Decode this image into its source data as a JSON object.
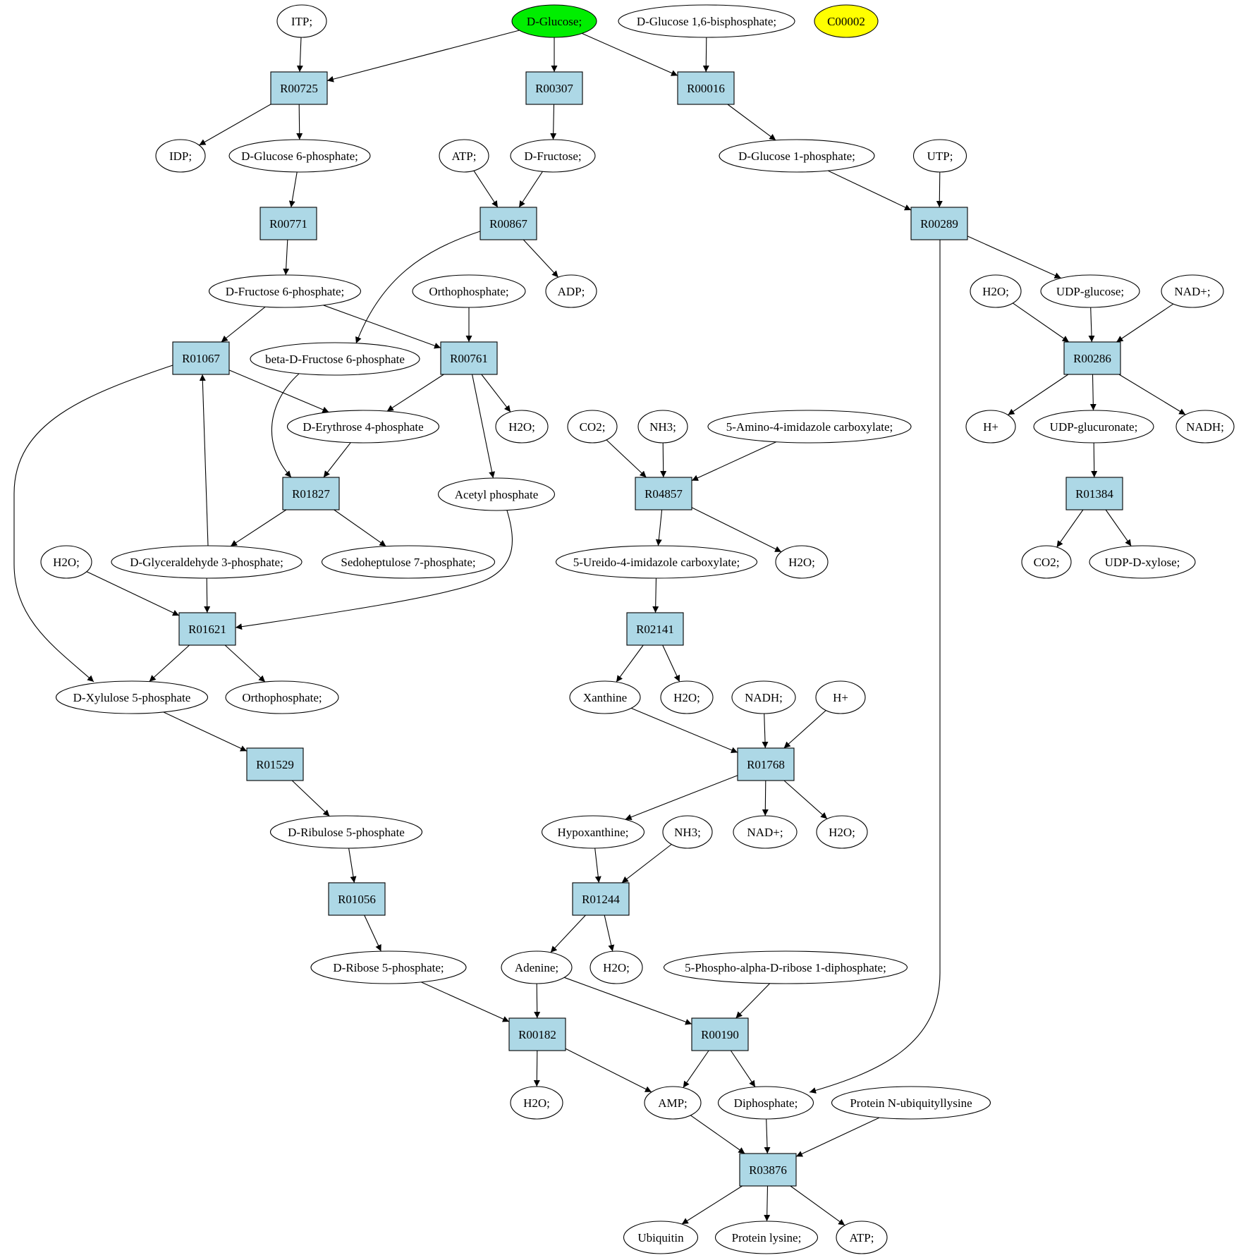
{
  "colors": {
    "reaction_fill": "#add8e6",
    "compound_fill": "#ffffff",
    "highlight_start": "#00ee00",
    "highlight_other": "#ffff00",
    "stroke": "#000000"
  },
  "reactions": [
    {
      "id": "R00725",
      "label": "R00725"
    },
    {
      "id": "R00307",
      "label": "R00307"
    },
    {
      "id": "R00016",
      "label": "R00016"
    },
    {
      "id": "R00771",
      "label": "R00771"
    },
    {
      "id": "R00867",
      "label": "R00867"
    },
    {
      "id": "R00289",
      "label": "R00289"
    },
    {
      "id": "R01067",
      "label": "R01067"
    },
    {
      "id": "R00761",
      "label": "R00761"
    },
    {
      "id": "R00286",
      "label": "R00286"
    },
    {
      "id": "R01827",
      "label": "R01827"
    },
    {
      "id": "R04857",
      "label": "R04857"
    },
    {
      "id": "R01384",
      "label": "R01384"
    },
    {
      "id": "R01621",
      "label": "R01621"
    },
    {
      "id": "R02141",
      "label": "R02141"
    },
    {
      "id": "R01529",
      "label": "R01529"
    },
    {
      "id": "R01768",
      "label": "R01768"
    },
    {
      "id": "R01056",
      "label": "R01056"
    },
    {
      "id": "R01244",
      "label": "R01244"
    },
    {
      "id": "R00182",
      "label": "R00182"
    },
    {
      "id": "R00190",
      "label": "R00190"
    },
    {
      "id": "R03876",
      "label": "R03876"
    }
  ],
  "compounds": [
    {
      "id": "itp",
      "label": "ITP;"
    },
    {
      "id": "dglucose",
      "label": "D-Glucose;",
      "highlight": "start"
    },
    {
      "id": "g16bp",
      "label": "D-Glucose 1,6-bisphosphate;"
    },
    {
      "id": "c00002",
      "label": "C00002",
      "highlight": "other"
    },
    {
      "id": "idp",
      "label": "IDP;"
    },
    {
      "id": "g6p",
      "label": "D-Glucose 6-phosphate;"
    },
    {
      "id": "atp1",
      "label": "ATP;"
    },
    {
      "id": "dfructose",
      "label": "D-Fructose;"
    },
    {
      "id": "g1p",
      "label": "D-Glucose 1-phosphate;"
    },
    {
      "id": "utp",
      "label": "UTP;"
    },
    {
      "id": "f6p",
      "label": "D-Fructose 6-phosphate;"
    },
    {
      "id": "orthophosphate1",
      "label": "Orthophosphate;"
    },
    {
      "id": "adp",
      "label": "ADP;"
    },
    {
      "id": "h2o_a",
      "label": "H2O;"
    },
    {
      "id": "udpglucose",
      "label": "UDP-glucose;"
    },
    {
      "id": "nadplus_a",
      "label": "NAD+;"
    },
    {
      "id": "bdf6p",
      "label": "beta-D-Fructose 6-phosphate"
    },
    {
      "id": "e4p",
      "label": "D-Erythrose 4-phosphate"
    },
    {
      "id": "h2o_b",
      "label": "H2O;"
    },
    {
      "id": "co2_a",
      "label": "CO2;"
    },
    {
      "id": "nh3_a",
      "label": "NH3;"
    },
    {
      "id": "aica",
      "label": "5-Amino-4-imidazole carboxylate;"
    },
    {
      "id": "hplus_a",
      "label": "H+"
    },
    {
      "id": "udpglucuronate",
      "label": "UDP-glucuronate;"
    },
    {
      "id": "nadh_a",
      "label": "NADH;"
    },
    {
      "id": "acetylp",
      "label": "Acetyl phosphate"
    },
    {
      "id": "h2o_c",
      "label": "H2O;"
    },
    {
      "id": "g3p",
      "label": "D-Glyceraldehyde 3-phosphate;"
    },
    {
      "id": "s7p",
      "label": "Sedoheptulose 7-phosphate;"
    },
    {
      "id": "uica",
      "label": "5-Ureido-4-imidazole carboxylate;"
    },
    {
      "id": "h2o_d",
      "label": "H2O;"
    },
    {
      "id": "co2_b",
      "label": "CO2;"
    },
    {
      "id": "udpxylose",
      "label": "UDP-D-xylose;"
    },
    {
      "id": "x5p",
      "label": "D-Xylulose 5-phosphate"
    },
    {
      "id": "orthophosphate2",
      "label": "Orthophosphate;"
    },
    {
      "id": "xanthine",
      "label": "Xanthine"
    },
    {
      "id": "h2o_e",
      "label": "H2O;"
    },
    {
      "id": "nadh_b",
      "label": "NADH;"
    },
    {
      "id": "hplus_b",
      "label": "H+"
    },
    {
      "id": "ru5p",
      "label": "D-Ribulose 5-phosphate"
    },
    {
      "id": "hypoxanthine",
      "label": "Hypoxanthine;"
    },
    {
      "id": "nh3_b",
      "label": "NH3;"
    },
    {
      "id": "nadplus_b",
      "label": "NAD+;"
    },
    {
      "id": "h2o_f",
      "label": "H2O;"
    },
    {
      "id": "r5p",
      "label": "D-Ribose 5-phosphate;"
    },
    {
      "id": "adenine",
      "label": "Adenine;"
    },
    {
      "id": "h2o_g",
      "label": "H2O;"
    },
    {
      "id": "prpp",
      "label": "5-Phospho-alpha-D-ribose 1-diphosphate;"
    },
    {
      "id": "h2o_h",
      "label": "H2O;"
    },
    {
      "id": "amp",
      "label": "AMP;"
    },
    {
      "id": "diphosphate",
      "label": "Diphosphate;"
    },
    {
      "id": "protubq",
      "label": "Protein N-ubiquityllysine"
    },
    {
      "id": "ubiquitin",
      "label": "Ubiquitin"
    },
    {
      "id": "protlys",
      "label": "Protein lysine;"
    },
    {
      "id": "atp2",
      "label": "ATP;"
    }
  ],
  "edges": [
    {
      "from": "itp",
      "to": "R00725"
    },
    {
      "from": "dglucose",
      "to": "R00725"
    },
    {
      "from": "dglucose",
      "to": "R00307"
    },
    {
      "from": "dglucose",
      "to": "R00016"
    },
    {
      "from": "g16bp",
      "to": "R00016"
    },
    {
      "from": "R00725",
      "to": "idp"
    },
    {
      "from": "R00725",
      "to": "g6p"
    },
    {
      "from": "R00307",
      "to": "dfructose"
    },
    {
      "from": "R00016",
      "to": "g1p"
    },
    {
      "from": "g6p",
      "to": "R00771"
    },
    {
      "from": "atp1",
      "to": "R00867"
    },
    {
      "from": "dfructose",
      "to": "R00867"
    },
    {
      "from": "g1p",
      "to": "R00289"
    },
    {
      "from": "utp",
      "to": "R00289"
    },
    {
      "from": "R00771",
      "to": "f6p"
    },
    {
      "from": "R00867",
      "to": "adp"
    },
    {
      "from": "R00867",
      "to": "bdf6p"
    },
    {
      "from": "R00289",
      "to": "udpglucose"
    },
    {
      "from": "R00289",
      "to": "diphosphate"
    },
    {
      "from": "f6p",
      "to": "R01067"
    },
    {
      "from": "f6p",
      "to": "R00761"
    },
    {
      "from": "orthophosphate1",
      "to": "R00761"
    },
    {
      "from": "h2o_a",
      "to": "R00286"
    },
    {
      "from": "udpglucose",
      "to": "R00286"
    },
    {
      "from": "nadplus_a",
      "to": "R00286"
    },
    {
      "from": "R01067",
      "to": "e4p"
    },
    {
      "from": "R01067",
      "to": "x5p"
    },
    {
      "from": "R00761",
      "to": "e4p"
    },
    {
      "from": "R00761",
      "to": "h2o_b"
    },
    {
      "from": "R00761",
      "to": "acetylp"
    },
    {
      "from": "bdf6p",
      "to": "R01827"
    },
    {
      "from": "e4p",
      "to": "R01827"
    },
    {
      "from": "R00286",
      "to": "hplus_a"
    },
    {
      "from": "R00286",
      "to": "udpglucuronate"
    },
    {
      "from": "R00286",
      "to": "nadh_a"
    },
    {
      "from": "co2_a",
      "to": "R04857"
    },
    {
      "from": "nh3_a",
      "to": "R04857"
    },
    {
      "from": "aica",
      "to": "R04857"
    },
    {
      "from": "udpglucuronate",
      "to": "R01384"
    },
    {
      "from": "R01827",
      "to": "g3p"
    },
    {
      "from": "R01827",
      "to": "s7p"
    },
    {
      "from": "g3p",
      "to": "R01067"
    },
    {
      "from": "R04857",
      "to": "uica"
    },
    {
      "from": "R04857",
      "to": "h2o_d"
    },
    {
      "from": "R01384",
      "to": "co2_b"
    },
    {
      "from": "R01384",
      "to": "udpxylose"
    },
    {
      "from": "h2o_c",
      "to": "R01621"
    },
    {
      "from": "g3p",
      "to": "R01621"
    },
    {
      "from": "acetylp",
      "to": "R01621"
    },
    {
      "from": "uica",
      "to": "R02141"
    },
    {
      "from": "R01621",
      "to": "x5p"
    },
    {
      "from": "R01621",
      "to": "orthophosphate2"
    },
    {
      "from": "R02141",
      "to": "xanthine"
    },
    {
      "from": "R02141",
      "to": "h2o_e"
    },
    {
      "from": "x5p",
      "to": "R01529"
    },
    {
      "from": "xanthine",
      "to": "R01768"
    },
    {
      "from": "nadh_b",
      "to": "R01768"
    },
    {
      "from": "hplus_b",
      "to": "R01768"
    },
    {
      "from": "R01529",
      "to": "ru5p"
    },
    {
      "from": "R01768",
      "to": "hypoxanthine"
    },
    {
      "from": "R01768",
      "to": "nadplus_b"
    },
    {
      "from": "R01768",
      "to": "h2o_f"
    },
    {
      "from": "ru5p",
      "to": "R01056"
    },
    {
      "from": "hypoxanthine",
      "to": "R01244"
    },
    {
      "from": "nh3_b",
      "to": "R01244"
    },
    {
      "from": "R01056",
      "to": "r5p"
    },
    {
      "from": "R01244",
      "to": "adenine"
    },
    {
      "from": "R01244",
      "to": "h2o_g"
    },
    {
      "from": "r5p",
      "to": "R00182"
    },
    {
      "from": "adenine",
      "to": "R00182"
    },
    {
      "from": "adenine",
      "to": "R00190"
    },
    {
      "from": "prpp",
      "to": "R00190"
    },
    {
      "from": "R00182",
      "to": "h2o_h"
    },
    {
      "from": "R00182",
      "to": "amp"
    },
    {
      "from": "R00190",
      "to": "amp"
    },
    {
      "from": "R00190",
      "to": "diphosphate"
    },
    {
      "from": "amp",
      "to": "R03876"
    },
    {
      "from": "diphosphate",
      "to": "R03876"
    },
    {
      "from": "protubq",
      "to": "R03876"
    },
    {
      "from": "R03876",
      "to": "ubiquitin"
    },
    {
      "from": "R03876",
      "to": "protlys"
    },
    {
      "from": "R03876",
      "to": "atp2"
    }
  ]
}
